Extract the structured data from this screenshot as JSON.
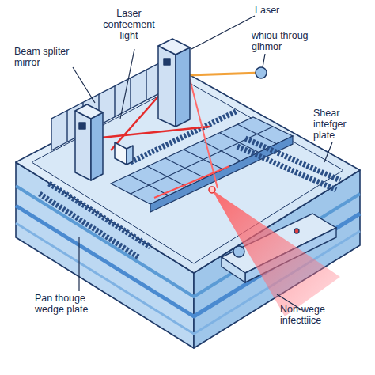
{
  "diagram": {
    "labels": [
      "Laser confeement light",
      "Beam spliter mirror",
      "Laser",
      "whiou throug gihmor",
      "Shear intefger plate",
      "Pan thouge wedge plate",
      "Non-wege infecttiice"
    ]
  }
}
